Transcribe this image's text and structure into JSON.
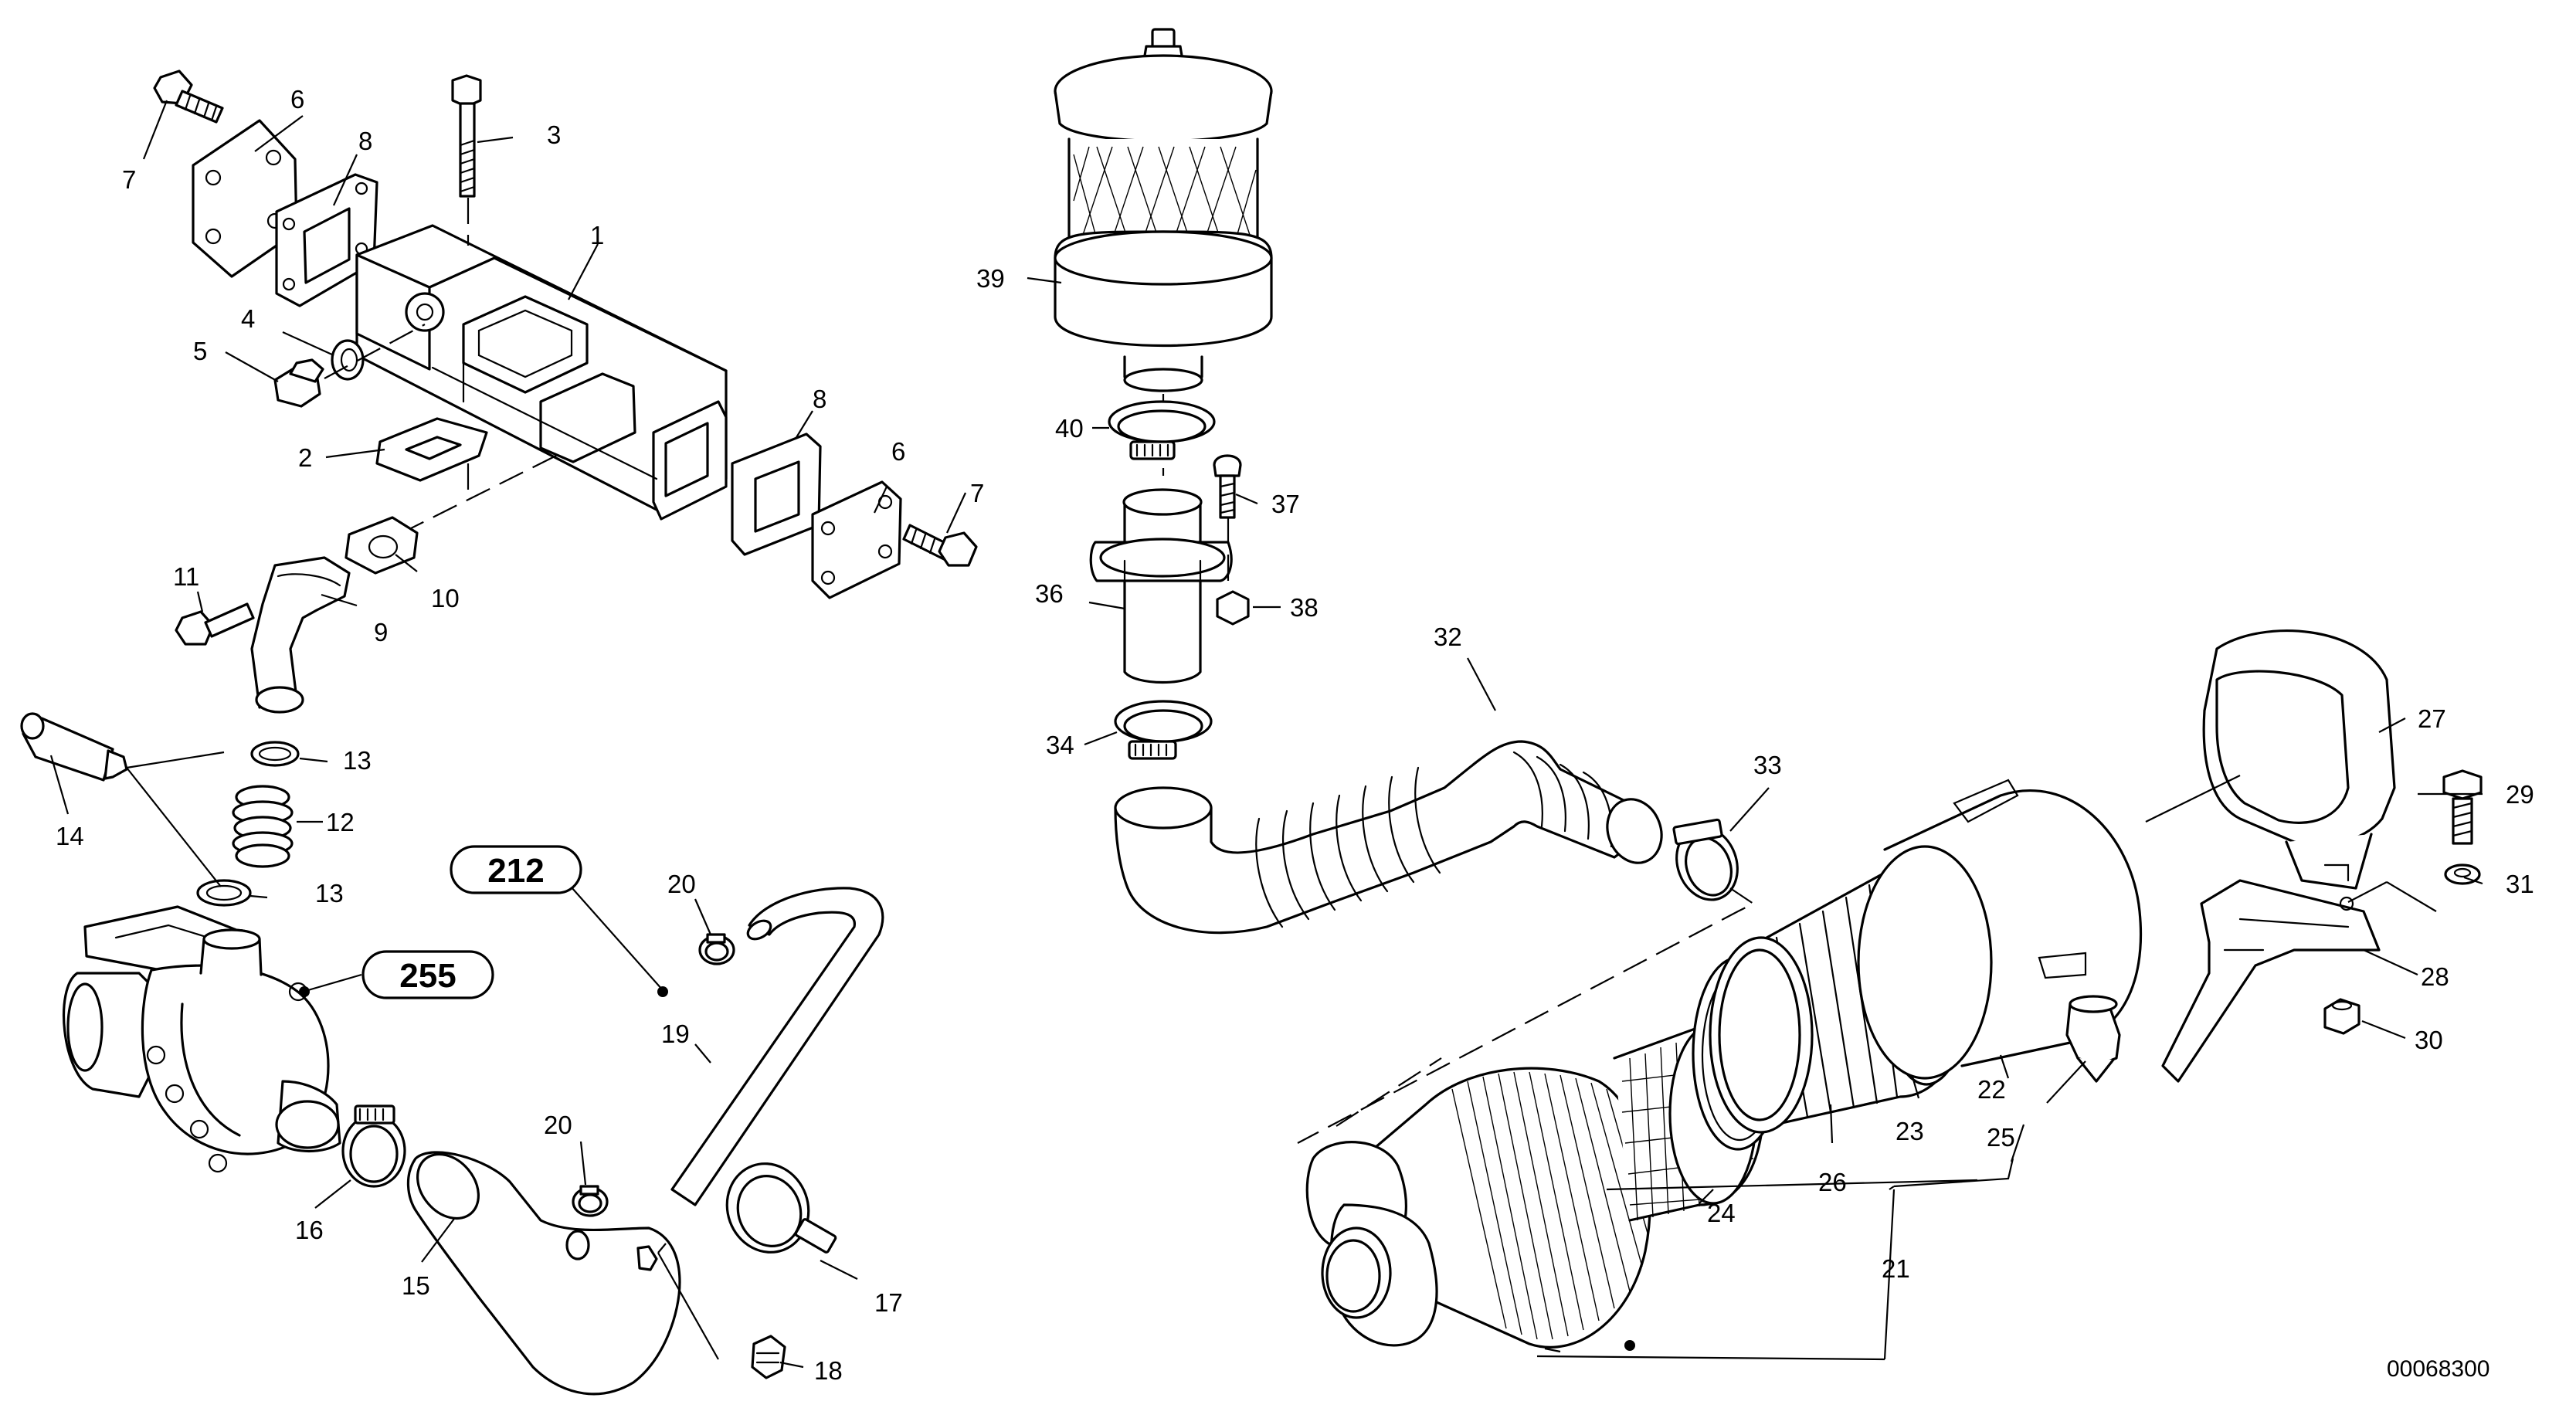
{
  "drawing_number": "00068300",
  "reference_bubbles": [
    "212",
    "255"
  ],
  "callouts": {
    "c1": "1",
    "c2": "2",
    "c3": "3",
    "c4": "4",
    "c5": "5",
    "c6a": "6",
    "c6b": "6",
    "c7a": "7",
    "c7b": "7",
    "c8a": "8",
    "c8b": "8",
    "c9": "9",
    "c10": "10",
    "c11": "11",
    "c12": "12",
    "c13a": "13",
    "c13b": "13",
    "c14": "14",
    "c15": "15",
    "c16": "16",
    "c17": "17",
    "c18": "18",
    "c19": "19",
    "c20a": "20",
    "c20b": "20",
    "c21": "21",
    "c22": "22",
    "c23": "23",
    "c24": "24",
    "c25": "25",
    "c26": "26",
    "c27": "27",
    "c28": "28",
    "c29": "29",
    "c30": "30",
    "c31": "31",
    "c32": "32",
    "c33": "33",
    "c34": "34",
    "c36": "36",
    "c37": "37",
    "c38": "38",
    "c39": "39",
    "c40": "40"
  }
}
